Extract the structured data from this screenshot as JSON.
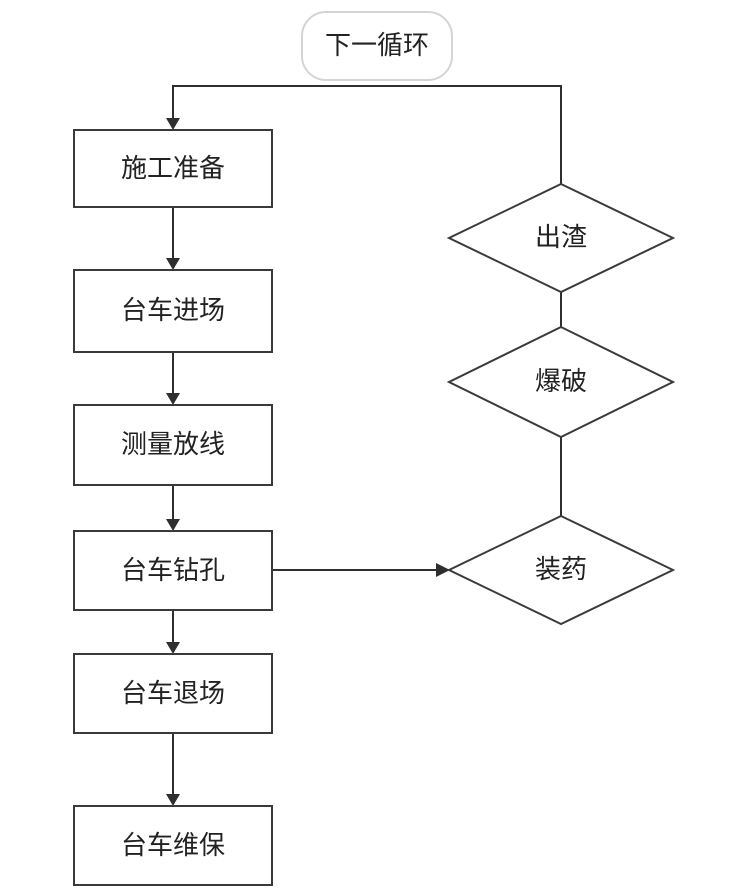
{
  "diagram": {
    "cycle_label": "下一循环",
    "steps": {
      "prep": "施工准备",
      "enter": "台车进场",
      "survey": "测量放线",
      "drill": "台车钻孔",
      "exit": "台车退场",
      "maintain": "台车维保"
    },
    "decisions": {
      "charge": "装药",
      "blast": "爆破",
      "muck": "出渣"
    }
  }
}
